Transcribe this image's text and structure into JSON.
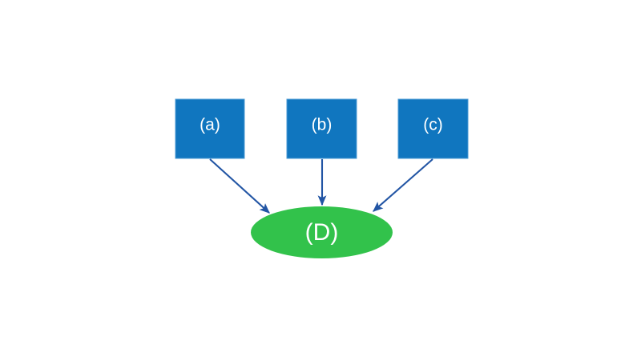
{
  "diagram": {
    "background_color": "#FFFFFF",
    "box_fill_color": "#1076BF",
    "box_stroke_color": "#4B9BD4",
    "ellipse_fill_color": "#32C24B",
    "arrow_color": "#2255A4",
    "label_color": "#FFFFFF",
    "nodes": [
      {
        "id": "a",
        "label": "(a)",
        "shape": "rectangle"
      },
      {
        "id": "b",
        "label": "(b)",
        "shape": "rectangle"
      },
      {
        "id": "c",
        "label": "(c)",
        "shape": "rectangle"
      },
      {
        "id": "d",
        "label": "(D)",
        "shape": "ellipse"
      }
    ],
    "edges": [
      {
        "from": "a",
        "to": "d",
        "label": ""
      },
      {
        "from": "b",
        "to": "d",
        "label": ""
      },
      {
        "from": "c",
        "to": "d",
        "label": ""
      }
    ]
  }
}
